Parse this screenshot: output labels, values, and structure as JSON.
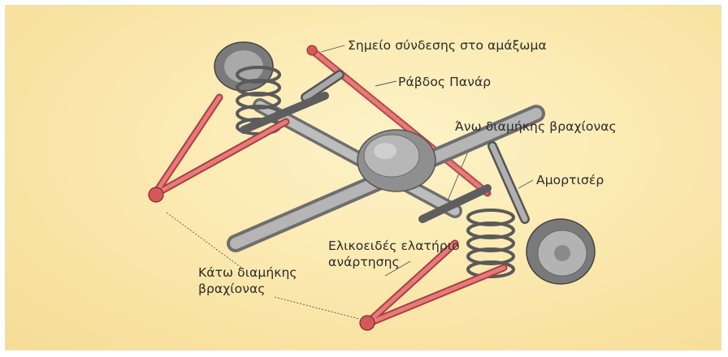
{
  "labels": {
    "mount_point": "Σημείο σύνδεσης στο αμάξωμα",
    "panhard_rod": "Ράβδος Πανάρ",
    "upper_arm": "Άνω διαμήκης βραχίονας",
    "shock_absorber": "Αμορτισέρ",
    "coil_spring_line1": "Ελικοειδές ελατήριο",
    "coil_spring_line2": "ανάρτησης",
    "lower_arm_line1": "Κάτω διαμήκης",
    "lower_arm_line2": "βραχίονας"
  },
  "colors": {
    "background": "#fbe9b0",
    "link_red": "#e06a6a",
    "metal_grey": "#9a9a9a",
    "label_text": "#2a2a2a"
  }
}
